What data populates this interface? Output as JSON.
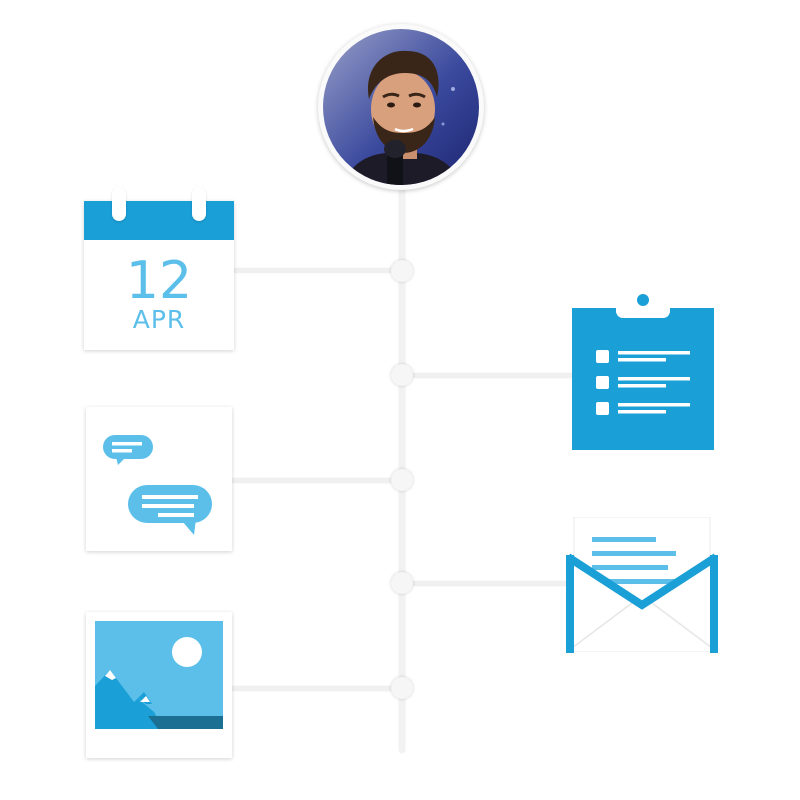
{
  "calendar": {
    "day": "12",
    "month": "APR"
  },
  "colors": {
    "primary_blue": "#1a9fd6",
    "light_blue": "#5bbfea",
    "timeline_gray": "#f2f2f2"
  },
  "icons": {
    "avatar": "person-avatar",
    "calendar": "calendar-icon",
    "chat": "chat-bubbles-icon",
    "photo": "landscape-image-icon",
    "checklist": "clipboard-checklist-icon",
    "mail": "open-envelope-icon"
  }
}
